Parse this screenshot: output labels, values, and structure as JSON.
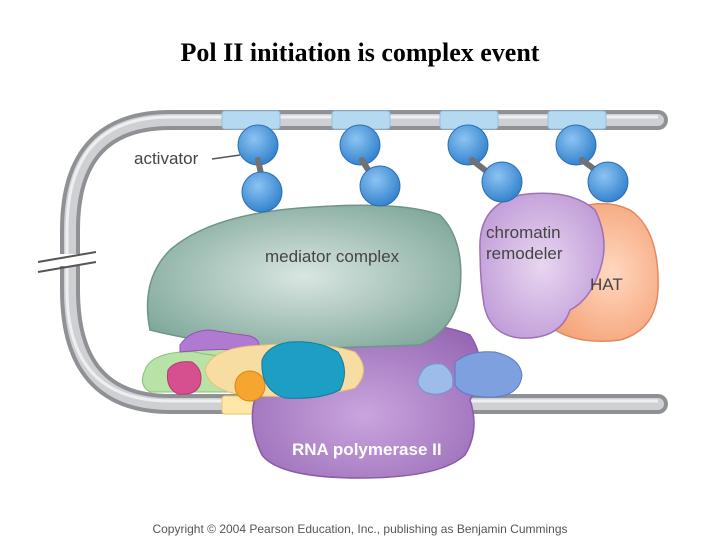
{
  "title": "Pol II initiation is complex event",
  "labels": {
    "activator": "activator",
    "mediator": "mediator complex",
    "chromatin_line1": "chromatin",
    "chromatin_line2": "remodeler",
    "hat": "HAT",
    "polymerase": "RNA polymerase II"
  },
  "copyright": "Copyright © 2004 Pearson Education, Inc., publishing as Benjamin Cummings",
  "colors": {
    "dna": "#a9abad",
    "dna_highlight": "#dcdde0",
    "binding_site": "#a9d2ee",
    "activator": "#3b8fd9",
    "mediator": "#8fb3a8",
    "chromatin_remodeler": "#c8a8dc",
    "hat": "#f7b08a",
    "polymerase": "#a97bc3",
    "text_dark": "#444444",
    "text_light": "#ffffff"
  }
}
